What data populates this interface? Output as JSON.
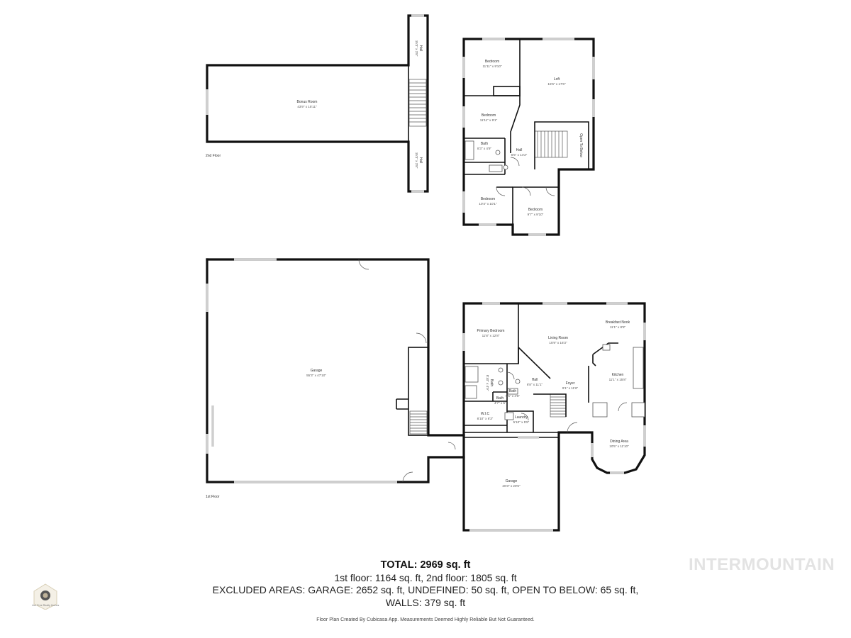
{
  "floors": {
    "second_label": "2nd Floor",
    "first_label": "1st Floor"
  },
  "rooms": {
    "bonus_room": {
      "name": "Bonus Room",
      "dims": "43'9\" x 15'11\""
    },
    "hall_top": {
      "name": "Hall",
      "dims": "15'3\" x 3'8\""
    },
    "hall_bottom": {
      "name": "Hall",
      "dims": "15'3\" x 3'8\""
    },
    "bedroom_a": {
      "name": "Bedroom",
      "dims": "11'11\" x 9'10\""
    },
    "loft": {
      "name": "Loft",
      "dims": "15'6\" x 17'6\""
    },
    "bedroom_b": {
      "name": "Bedroom",
      "dims": "11'11\" x 9'1\""
    },
    "bath_up": {
      "name": "Bath",
      "dims": "8'3\" x 4'9\""
    },
    "hall_up": {
      "name": "Hall",
      "dims": "6'5\" x 14'2\""
    },
    "open_below": {
      "name": "Open To Below"
    },
    "bedroom_c": {
      "name": "Bedroom",
      "dims": "10'4\" x 10'1\""
    },
    "bedroom_d": {
      "name": "Bedroom",
      "dims": "9'7\" x 9'10\""
    },
    "garage_big": {
      "name": "Garage",
      "dims": "55'3\" x 47'10\""
    },
    "primary_bedroom": {
      "name": "Primary Bedroom",
      "dims": "11'8\" x 12'8\""
    },
    "living_room": {
      "name": "Living Room",
      "dims": "15'9\" x 16'3\""
    },
    "breakfast_nook": {
      "name": "Breakfast Nook",
      "dims": "11'1\" x 8'8\""
    },
    "kitchen": {
      "name": "Kitchen",
      "dims": "11'1\" x 15'8\""
    },
    "bath_primary": {
      "name": "Bath",
      "dims": "8'10\" x 4'9\""
    },
    "hall_down": {
      "name": "Hall",
      "dims": "6'8\" x 11'1\""
    },
    "foyer": {
      "name": "Foyer",
      "dims": "9'1\" x 11'6\""
    },
    "bath_half": {
      "name": "Bath",
      "dims": "5'5\" x 4'6\""
    },
    "bath_small": {
      "name": "Bath",
      "dims": "4'7\" x 5'"
    },
    "wic": {
      "name": "W.I.C",
      "dims": "8'10\" x 6'3\""
    },
    "laundry": {
      "name": "Laundry",
      "dims": "5'10\" x 5'5\""
    },
    "dining_area": {
      "name": "Dining Area",
      "dims": "10'5\" x 11'10\""
    },
    "garage_small": {
      "name": "Garage",
      "dims": "20'3\" x 20'6\""
    }
  },
  "summary": {
    "total": "TOTAL: 2969 sq. ft",
    "line1": "1st floor: 1164 sq. ft, 2nd floor: 1805 sq. ft",
    "line2": "EXCLUDED AREAS: GARAGE: 2652 sq. ft, UNDEFINED: 50 sq. ft, OPEN TO BELOW: 65 sq. ft,",
    "line3": "WALLS: 379 sq. ft",
    "credit": "Floor Plan Created By Cubicasa App. Measurements Deemed Highly Reliable But Not Guaranteed."
  },
  "branding": {
    "watermark": "INTERMOUNTAIN",
    "logo_caption": "Live Free Realty Homes",
    "logo_icon": "house-logo-icon"
  },
  "colors": {
    "walls": "#111111",
    "windows": "#cfcfcf",
    "watermark": "#e3e3e3"
  }
}
